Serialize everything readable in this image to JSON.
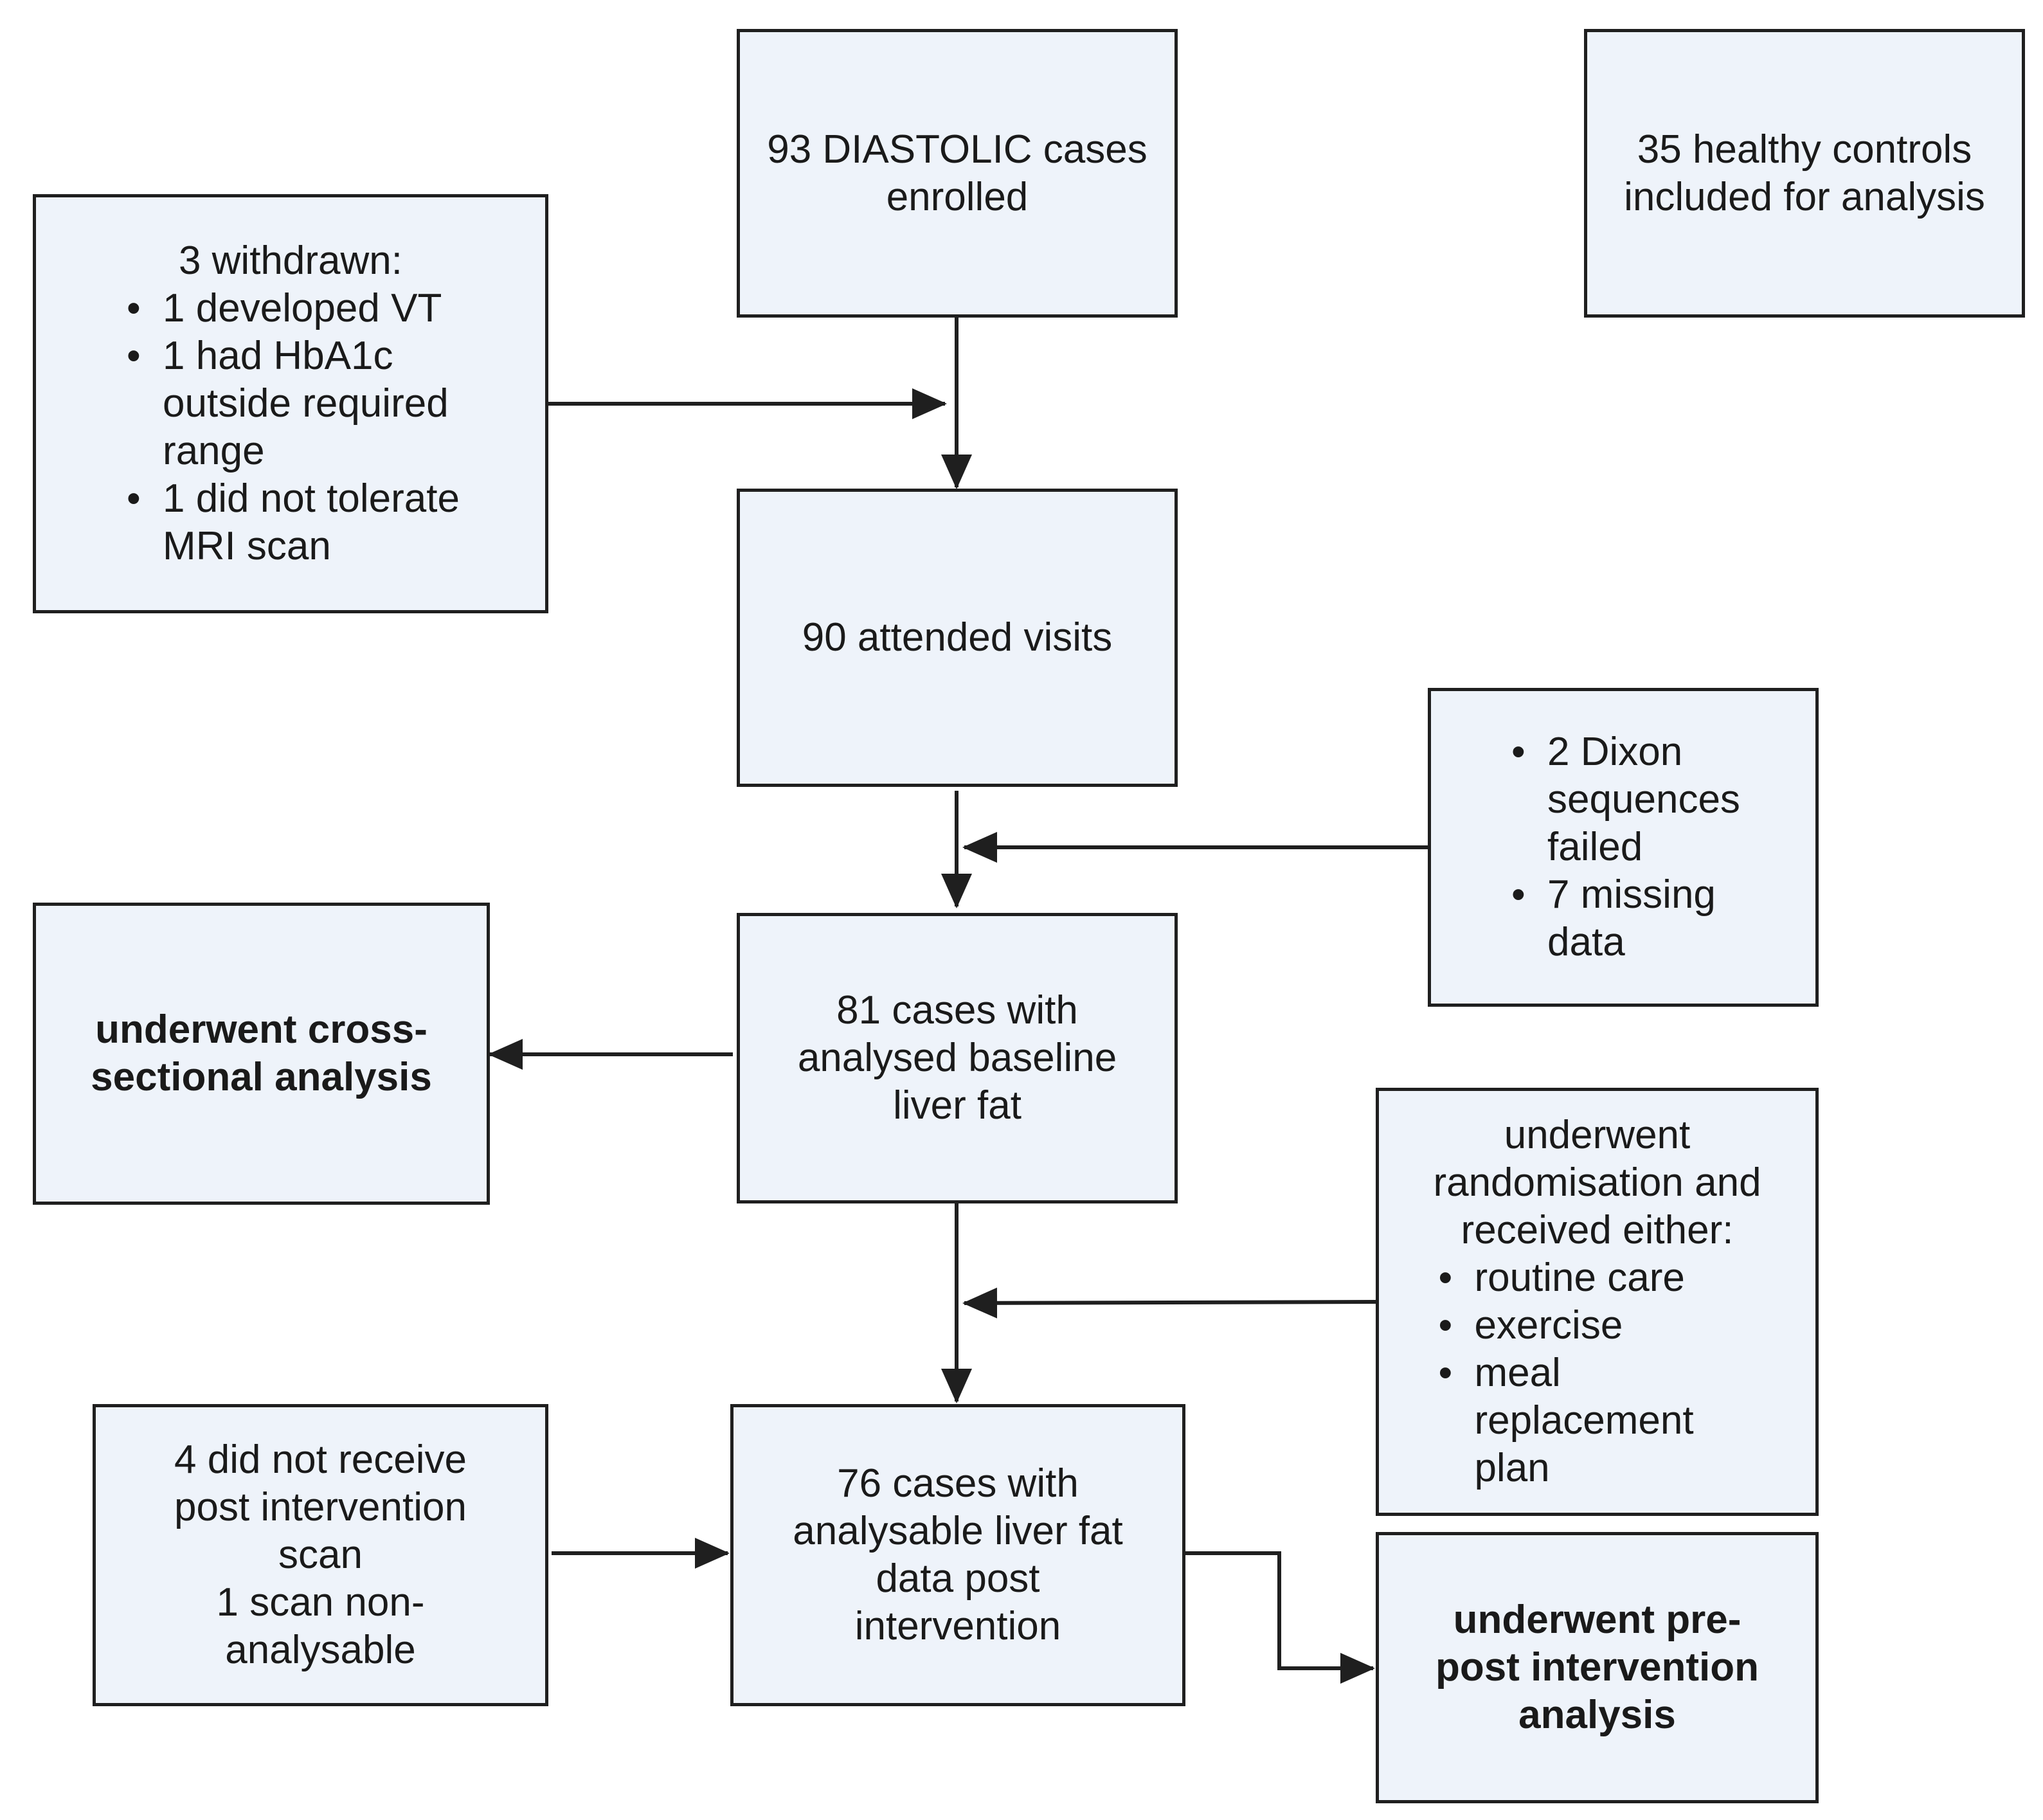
{
  "diagram": {
    "enrolled": {
      "lines": [
        "93 DIASTOLIC cases",
        "enrolled"
      ]
    },
    "controls": {
      "lines": [
        "35 healthy controls",
        "included for analysis"
      ]
    },
    "withdrawn": {
      "heading": "3 withdrawn:",
      "bullets": [
        [
          "1 developed VT"
        ],
        [
          "1 had HbA1c",
          "outside required",
          "range"
        ],
        [
          "1 did not tolerate",
          "MRI scan"
        ]
      ]
    },
    "attended": {
      "lines": [
        "90 attended visits"
      ]
    },
    "dixon": {
      "bullets": [
        [
          "2 Dixon",
          "sequences",
          "failed"
        ],
        [
          "7 missing",
          "data"
        ]
      ]
    },
    "baseline": {
      "lines": [
        "81 cases with",
        "analysed baseline",
        "liver fat"
      ]
    },
    "cross_sectional": {
      "lines": [
        "underwent cross-",
        "sectional analysis"
      ]
    },
    "randomisation": {
      "heading_lines": [
        "underwent",
        "randomisation and",
        "received either:"
      ],
      "bullets": [
        [
          "routine care"
        ],
        [
          "exercise"
        ],
        [
          "meal",
          "replacement",
          "plan"
        ]
      ]
    },
    "no_scan": {
      "lines": [
        "4 did not receive",
        "post intervention",
        "scan",
        "1 scan non-",
        "analysable"
      ]
    },
    "post_intervention": {
      "lines": [
        "76 cases with",
        "analysable liver fat",
        "data post",
        "intervention"
      ]
    },
    "pre_post": {
      "lines": [
        "underwent pre-",
        "post intervention",
        "analysis"
      ]
    }
  }
}
